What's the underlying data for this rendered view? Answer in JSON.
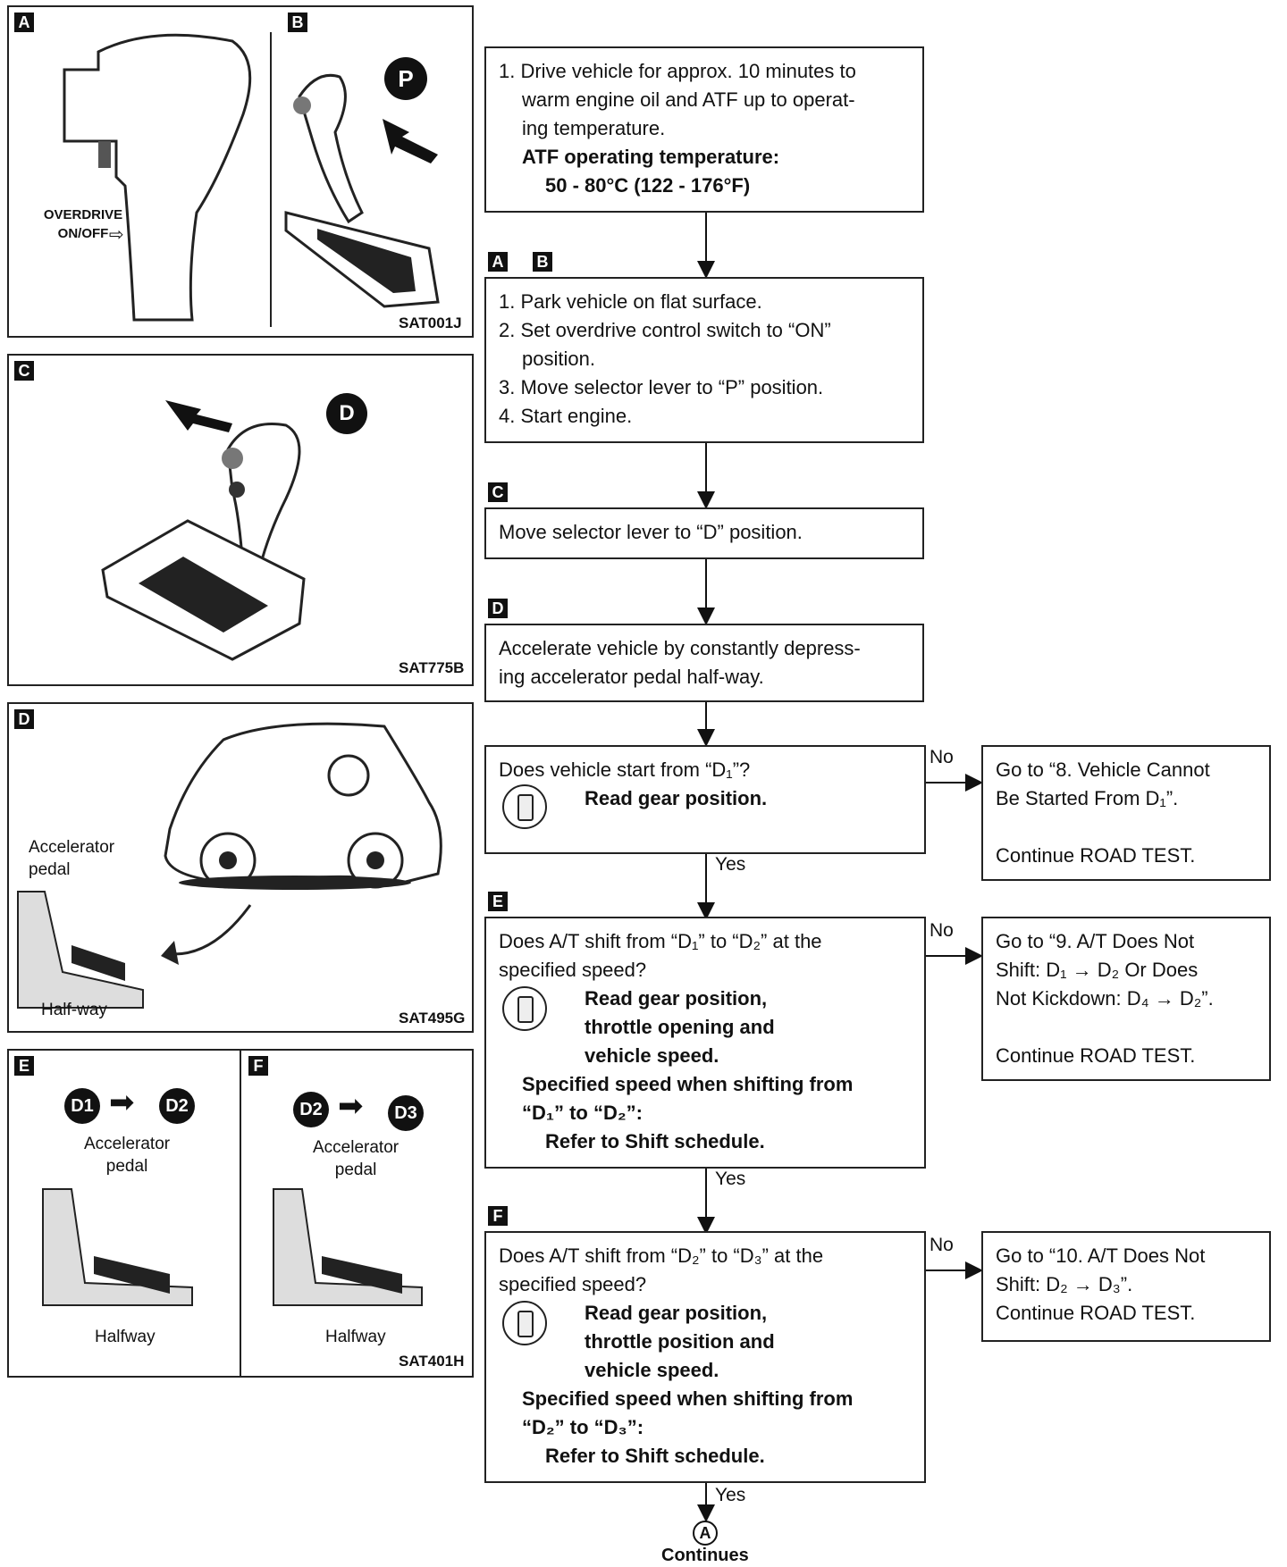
{
  "panels": {
    "a": {
      "tag": "A"
    },
    "b": {
      "tag": "B",
      "badge": "P",
      "code": "SAT001J"
    },
    "a_label": "OVERDRIVE\nON/OFF",
    "c": {
      "tag": "C",
      "badge": "D",
      "code": "SAT775B"
    },
    "d": {
      "tag": "D",
      "code": "SAT495G",
      "pedal_label": "Accelerator\npedal",
      "halfway": "Half-way"
    },
    "e": {
      "tag": "E",
      "from": "D1",
      "to": "D2",
      "pedal_label": "Accelerator\npedal",
      "halfway": "Halfway"
    },
    "f": {
      "tag": "F",
      "from": "D2",
      "to": "D3",
      "pedal_label": "Accelerator\npedal",
      "halfway": "Halfway",
      "code": "SAT401H"
    }
  },
  "flow": {
    "step1": {
      "lines": [
        "1. Drive vehicle for approx. 10 minutes to",
        "warm engine oil and ATF up to operat-",
        "ing temperature."
      ],
      "bold1": "ATF operating temperature:",
      "bold2": "50 - 80°C (122 - 176°F)"
    },
    "step2": {
      "tags": [
        "A",
        "B"
      ],
      "lines": [
        "1. Park vehicle on flat surface.",
        "2. Set overdrive control switch to “ON”",
        "position.",
        "3. Move selector lever to “P” position.",
        "4. Start engine."
      ]
    },
    "step3": {
      "tag": "C",
      "text": "Move selector lever to “D” position."
    },
    "step4": {
      "tag": "D",
      "lines": [
        "Accelerate vehicle by constantly depress-",
        "ing accelerator pedal half-way."
      ]
    },
    "q1": {
      "question": "Does vehicle start from “D₁”?",
      "action": "Read gear position.",
      "no": "No",
      "yes": "Yes",
      "no_box": [
        "Go to “8. Vehicle Cannot",
        "Be Started From D₁”.",
        "",
        "Continue ROAD TEST."
      ]
    },
    "q2": {
      "tag": "E",
      "question": [
        "Does A/T shift from “D₁” to “D₂” at the",
        "specified speed?"
      ],
      "action": [
        "Read gear position,",
        "throttle opening and",
        "vehicle speed."
      ],
      "spec": [
        "Specified speed when shifting from",
        "“D₁” to “D₂”:",
        "Refer to Shift schedule."
      ],
      "no": "No",
      "yes": "Yes",
      "no_box": [
        "Go to “9. A/T Does Not",
        "Shift: D₁ → D₂ Or Does",
        "Not Kickdown: D₄ → D₂”.",
        "",
        "Continue ROAD TEST."
      ]
    },
    "q3": {
      "tag": "F",
      "question": [
        "Does A/T shift from “D₂” to “D₃” at the",
        "specified speed?"
      ],
      "action": [
        "Read gear position,",
        "throttle position and",
        "vehicle speed."
      ],
      "spec": [
        "Specified speed when shifting from",
        "“D₂” to “D₃”:",
        "Refer to Shift schedule."
      ],
      "no": "No",
      "yes": "Yes",
      "no_box": [
        "Go to “10. A/T Does Not",
        "Shift: D₂ → D₃”.",
        "Continue ROAD TEST."
      ]
    },
    "connector": "A",
    "continues": "Continues"
  }
}
